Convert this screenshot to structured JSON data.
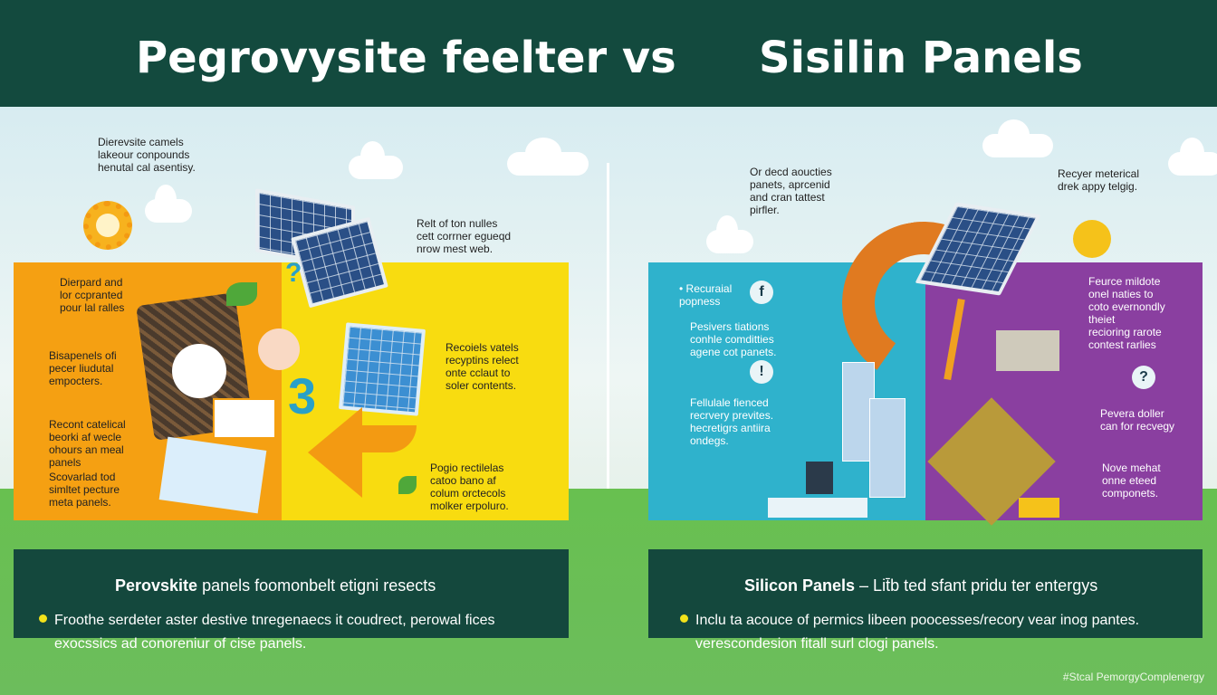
{
  "header": {
    "title_left": "Pegrovysite feelter vs",
    "title_right": "Sisilin Panels"
  },
  "colors": {
    "header": "#134a3e",
    "orange": "#f5a012",
    "yellow": "#f8dc10",
    "teal": "#2fb2cc",
    "purple": "#8a3fa0",
    "grass": "#6dbf5a"
  },
  "left_callouts": {
    "top": "Dierevsite camels\nlakeour conpounds\nhenutal cal asentisy.",
    "top_right": "Relt of ton nulles\ncett corrner egueqd\nnrow mest web.",
    "orange_1": "Dierpard and\nlor ccpranted\npour lal ralles",
    "orange_2": "Bisapenels ofi\npecer liudutal\nempocters.",
    "orange_3": "Recont catelical\nbeorki af wecle\nohours an meal\npanels",
    "orange_4": "Scovarlad tod\nsimltet pecture\nmeta panels.",
    "yellow_1": "Recoiels vatels\nrecyptins relect\nonte cclaut to\nsoler contents.",
    "yellow_2": "Pogio rectilelas\ncatoo bano af\ncolum orctecols\nmolker erpoluro."
  },
  "right_callouts": {
    "top": "Or decd aoucties\npanets, aprcenid\nand cran tattest\npirfler.",
    "top_right": "Recyer meterical\ndrek appy telgig.",
    "teal_1": "Recuraial\npopness",
    "teal_2": "Pesivers tiations\nconhle comditties\nagene cot panets.",
    "teal_3": "Fellulale fienced\nrecrvery prevites.\nhecretigrs antiira\nondegs.",
    "purple_1": "Feurce mildote\nonel naties to\ncoto evernondly\ntheiet\nrecioring rarote\ncontest rarlies",
    "purple_2": "Pevera doller\ncan for recvegy",
    "purple_3": "Nove mehat\nonne eteed\ncomponets."
  },
  "icons": {
    "teal_1": "f",
    "teal_2": "!",
    "purple_2": "?",
    "number": "3",
    "question": "?"
  },
  "left_box": {
    "title_bold": "Perovskite",
    "title_rest": " panels foomonbelt etigni resects",
    "text": "Froothe serdeter aster destive tnregenaecs it coudrect, perowal fices\nexocssics ad conoreniur of cise panels."
  },
  "right_box": {
    "title_bold": "Silicon Panels",
    "title_rest": "  –  Lit̄b ted sfant pridu ter entergys",
    "text": "Inclu ta acouce of permics libeen poocesses/recory vear inog pantes.\nverescondesion fitall surl clogi panels."
  },
  "footer": {
    "hashtag": "#Stcal PemorgyComplenergy"
  }
}
